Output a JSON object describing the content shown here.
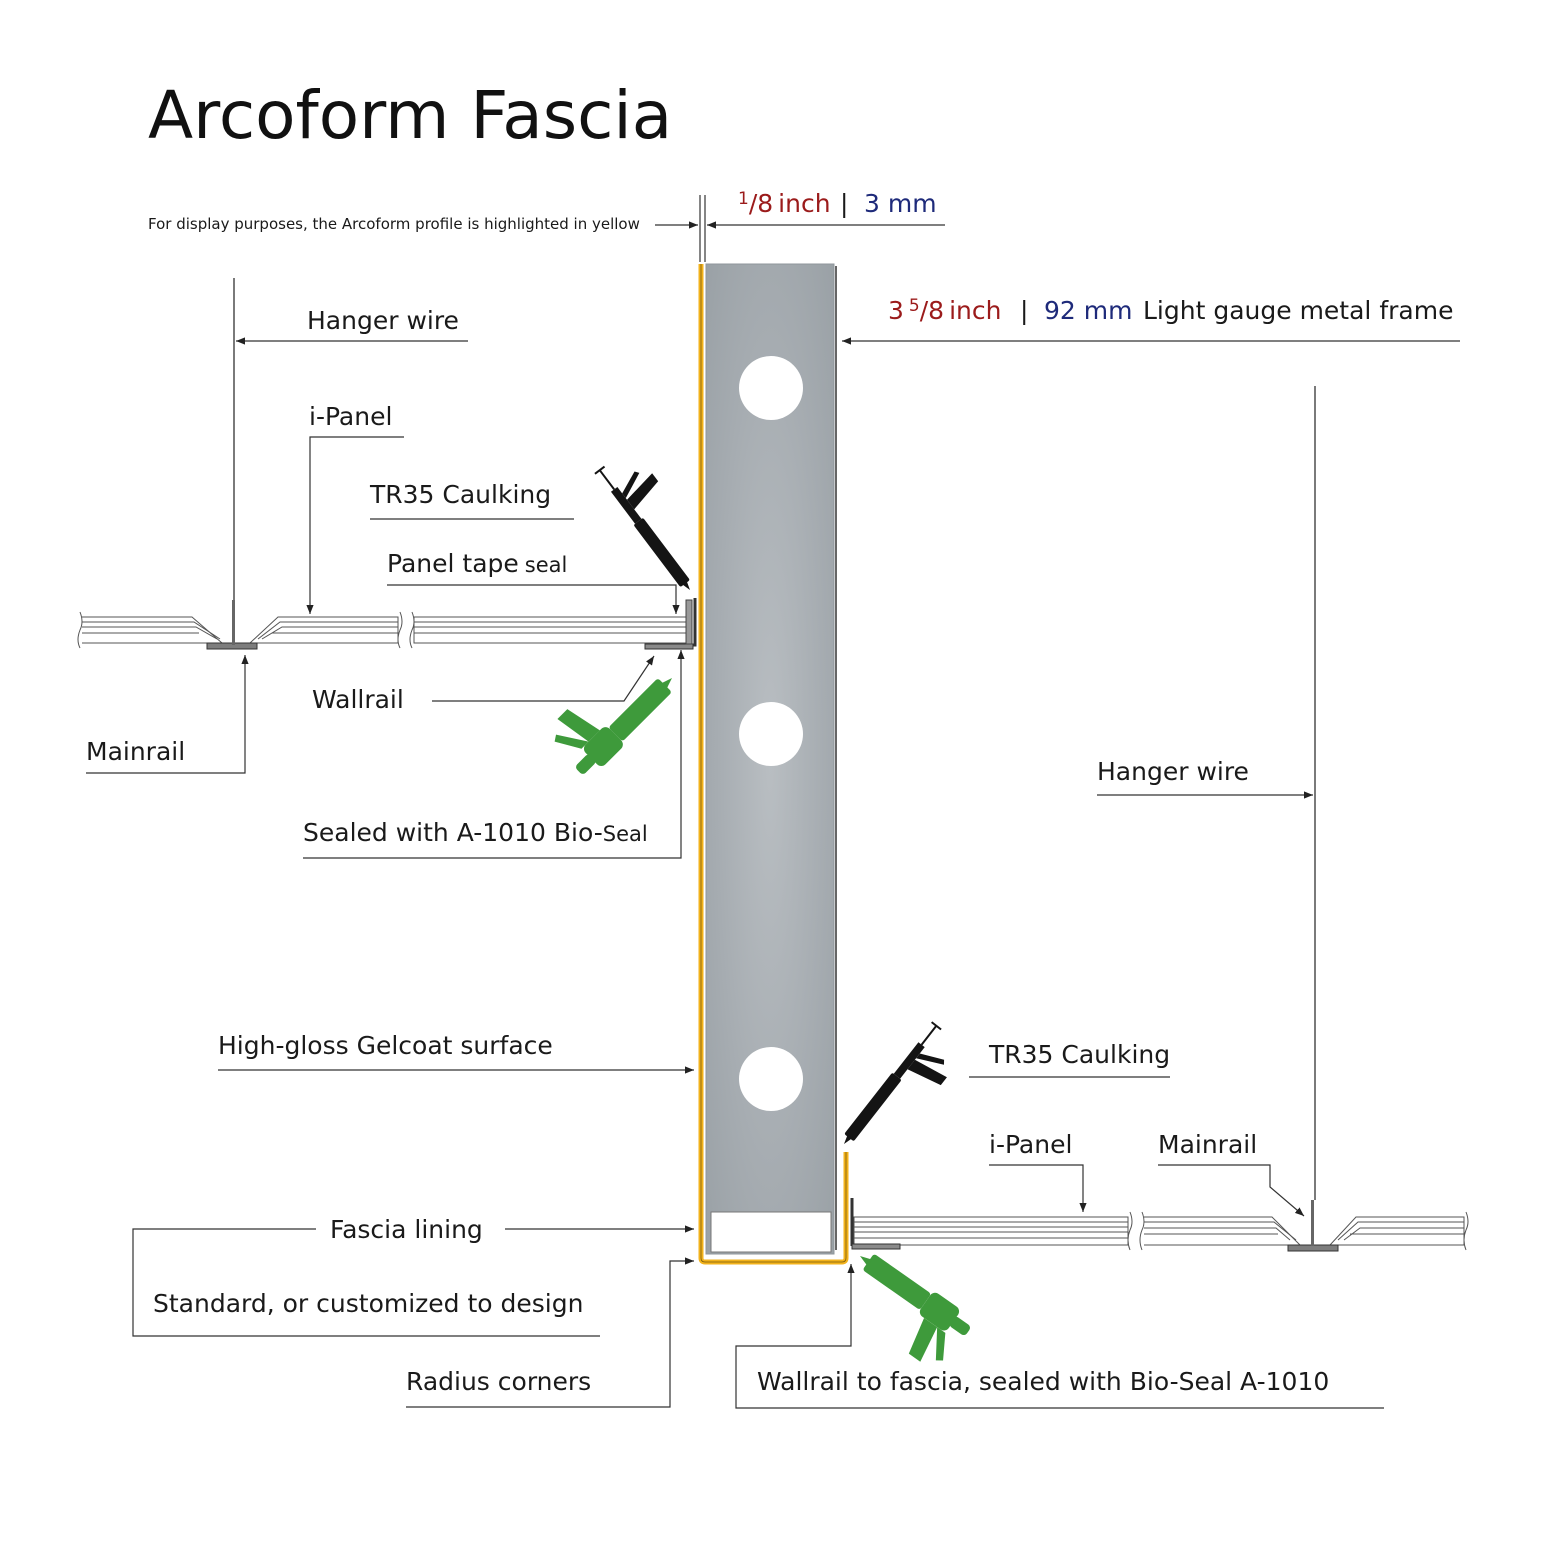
{
  "title": "Arcoform Fascia",
  "note": "For display purposes, the Arcoform profile is highlighted in yellow",
  "dim_thickness": {
    "inch_num": "1",
    "inch_den": "/8",
    "inch_unit": "inch",
    "sep": "|",
    "mm": "3 mm"
  },
  "dim_frame": {
    "inch_whole": "3",
    "inch_num": "5",
    "inch_den": "/8",
    "inch_unit": "inch",
    "sep": "|",
    "mm": "92 mm",
    "desc": "Light gauge metal frame"
  },
  "labels": {
    "hanger_wire_left": "Hanger wire",
    "ipanel_left": "i-Panel",
    "tr35_left": "TR35 Caulking",
    "panel_tape": "Panel tape",
    "panel_tape_small": "seal",
    "wallrail": "Wallrail",
    "mainrail_left": "Mainrail",
    "sealed_with": "Sealed with A-1010 Bio-",
    "sealed_with_small": "Seal",
    "hanger_wire_right": "Hanger wire",
    "gelcoat": "High-gloss Gelcoat surface",
    "tr35_right": "TR35 Caulking",
    "ipanel_right": "i-Panel",
    "mainrail_right": "Mainrail",
    "fascia_lining": "Fascia lining",
    "standard": "Standard, or customized to design",
    "radius": "Radius corners",
    "wallrail_fascia": "Wallrail to fascia, sealed with Bio-Seal A-1010"
  },
  "colors": {
    "profile_yellow": "#f2b21b",
    "frame_gray": "#a9afb4",
    "dim_red": "#9b1b1b",
    "dim_blue": "#1e2a7a",
    "gun_green": "#3e9a3b",
    "gun_black": "#141414"
  },
  "icons": [
    "caulking-gun-black-icon",
    "sealant-gun-green-icon"
  ]
}
